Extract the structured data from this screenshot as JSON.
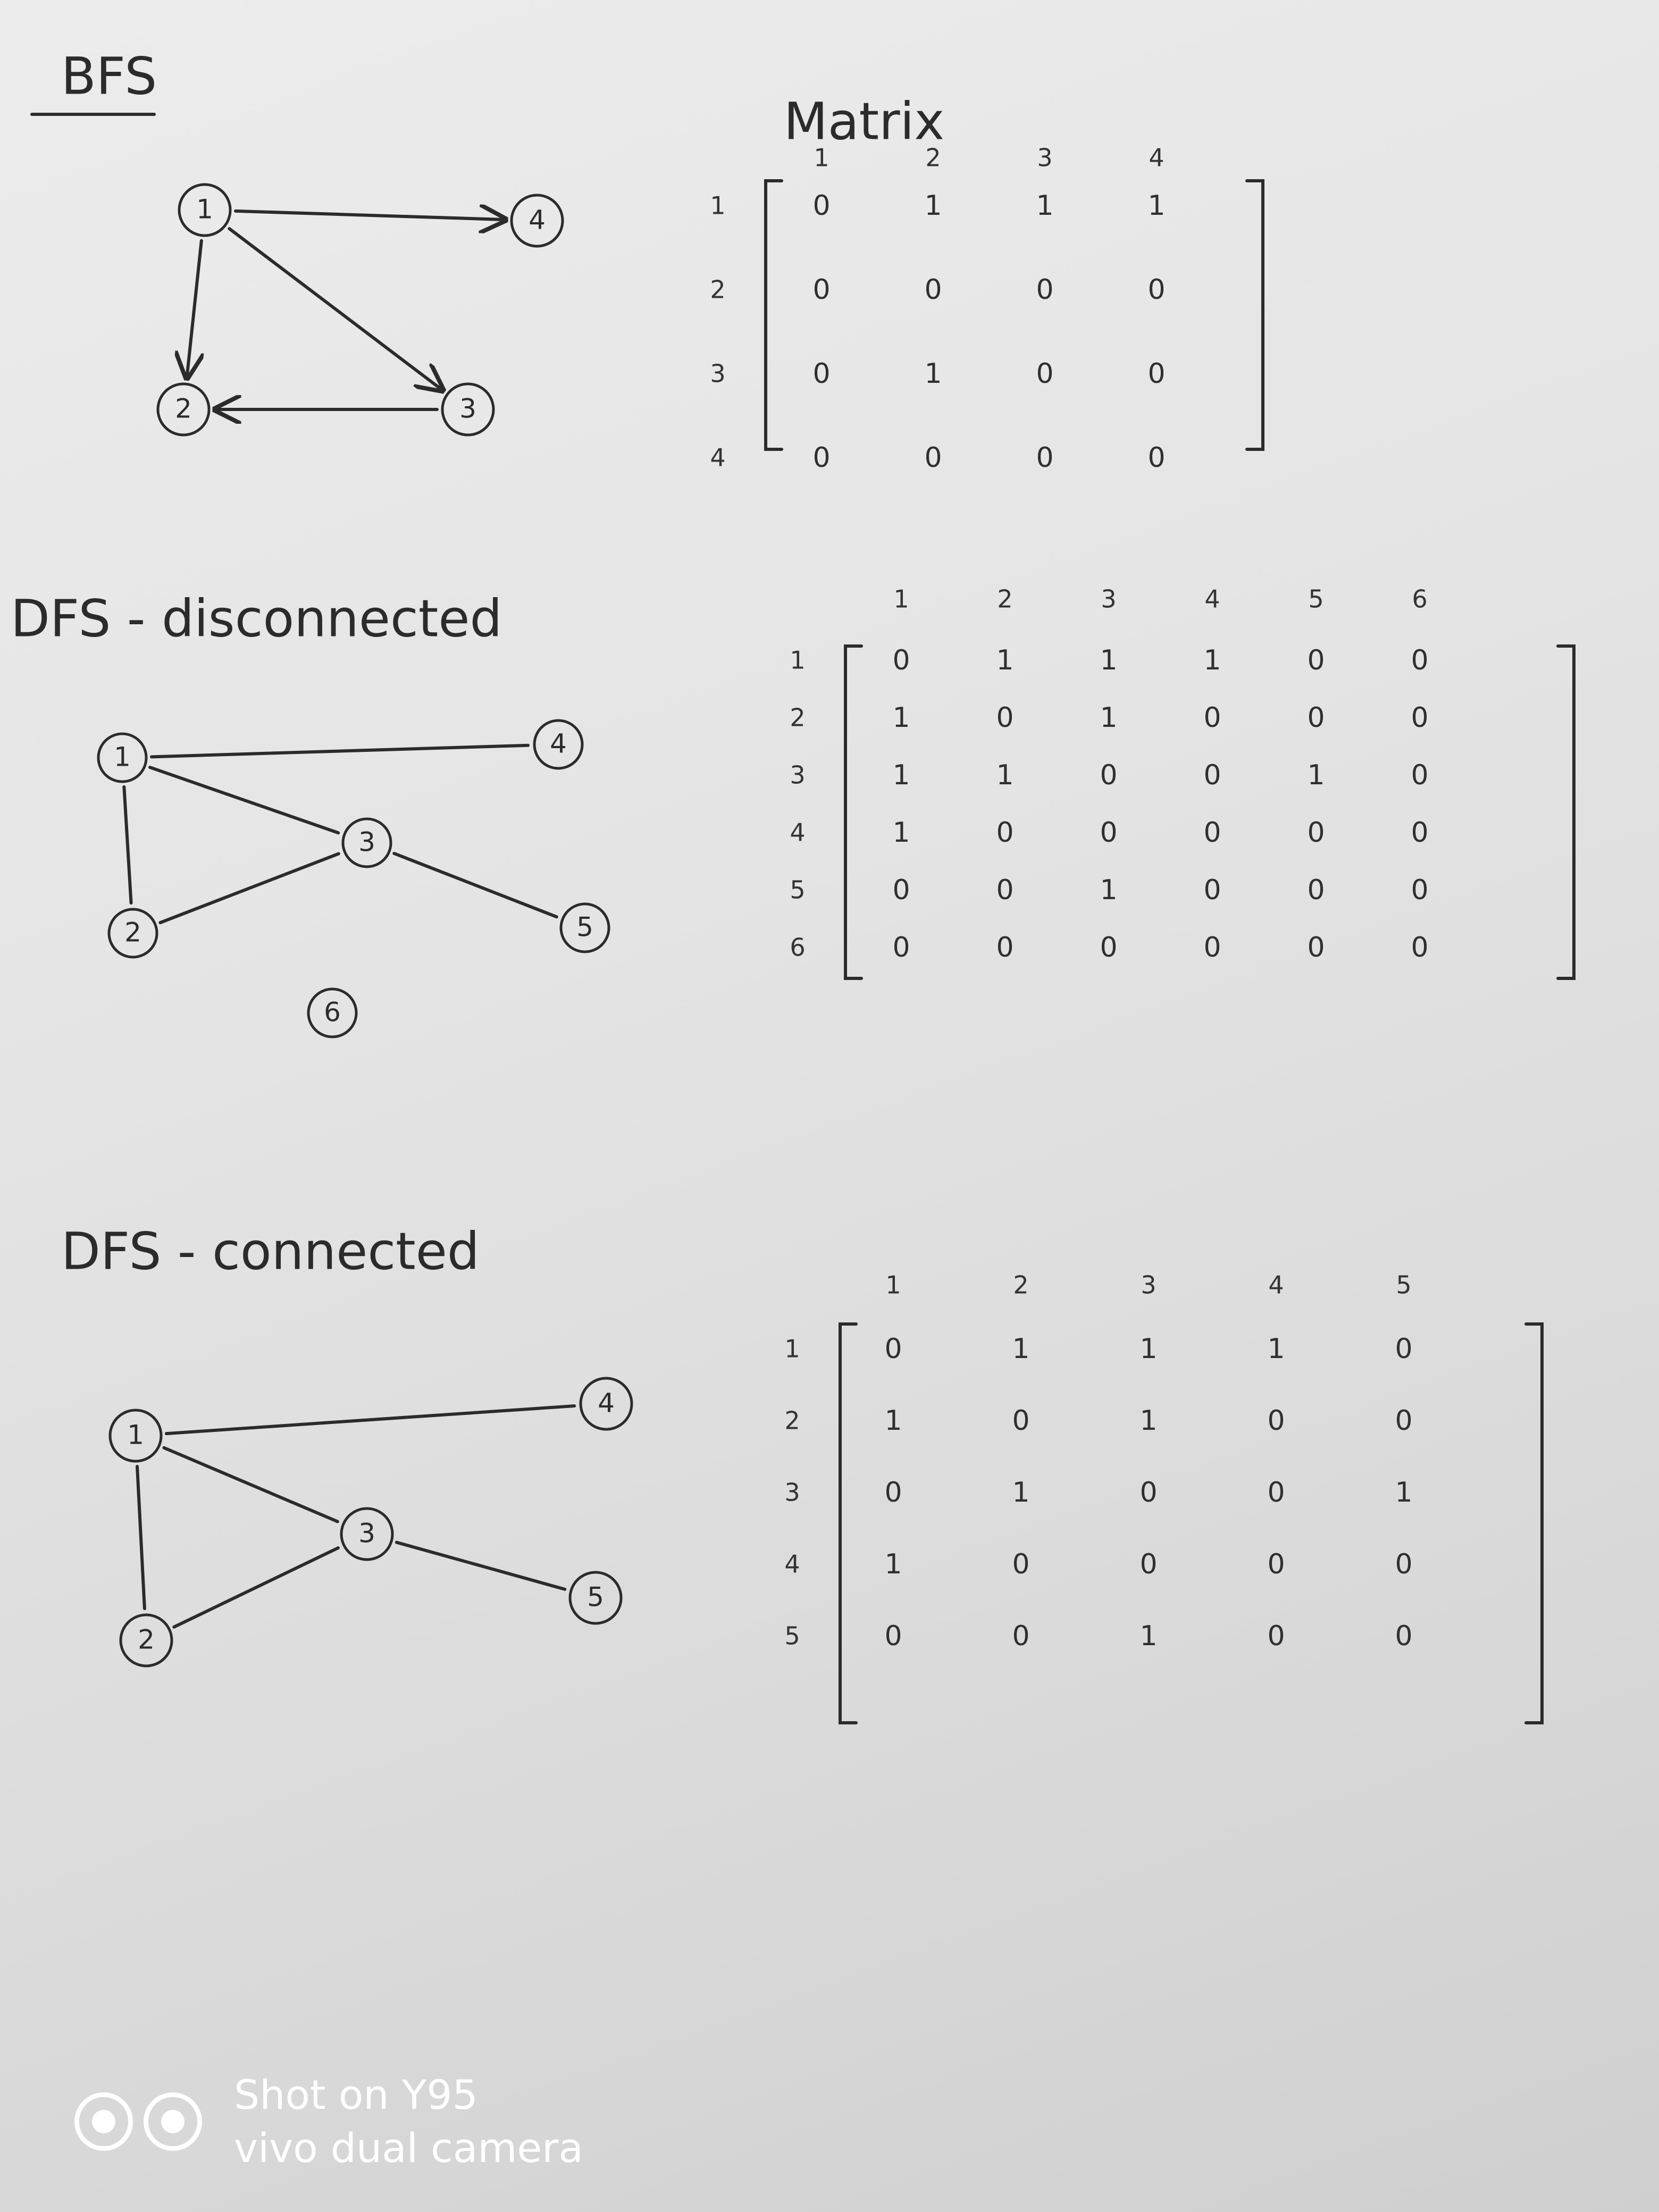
{
  "sections": [
    {
      "title": "BFS",
      "matrix_caption": "Matrix",
      "directed": true,
      "nodes": [
        "1",
        "2",
        "3",
        "4"
      ],
      "node_label_text": {
        "1": "1",
        "2": "2",
        "3": "3",
        "4": "4"
      },
      "edges": [
        [
          "1",
          "4"
        ],
        [
          "1",
          "2"
        ],
        [
          "1",
          "3"
        ],
        [
          "3",
          "2"
        ]
      ],
      "matrix": {
        "col_labels": [
          "1",
          "2",
          "3",
          "4"
        ],
        "row_labels": [
          "1",
          "2",
          "3",
          "4"
        ],
        "rows": [
          [
            "0",
            "1",
            "1",
            "1"
          ],
          [
            "0",
            "0",
            "0",
            "0"
          ],
          [
            "0",
            "1",
            "0",
            "0"
          ],
          [
            "0",
            "0",
            "0",
            "0"
          ]
        ]
      }
    },
    {
      "title": "DFS - disconnected",
      "directed": false,
      "nodes": [
        "1",
        "2",
        "3",
        "4",
        "5",
        "6"
      ],
      "node_label_text": {
        "1": "1",
        "2": "2",
        "3": "3",
        "4": "4",
        "5": "5",
        "6": "6"
      },
      "edges": [
        [
          "1",
          "4"
        ],
        [
          "1",
          "3"
        ],
        [
          "1",
          "2"
        ],
        [
          "2",
          "3"
        ],
        [
          "3",
          "5"
        ]
      ],
      "matrix": {
        "col_labels": [
          "1",
          "2",
          "3",
          "4",
          "5",
          "6"
        ],
        "row_labels": [
          "1",
          "2",
          "3",
          "4",
          "5",
          "6"
        ],
        "rows": [
          [
            "0",
            "1",
            "1",
            "1",
            "0",
            "0"
          ],
          [
            "1",
            "0",
            "1",
            "0",
            "0",
            "0"
          ],
          [
            "1",
            "1",
            "0",
            "0",
            "1",
            "0"
          ],
          [
            "1",
            "0",
            "0",
            "0",
            "0",
            "0"
          ],
          [
            "0",
            "0",
            "1",
            "0",
            "0",
            "0"
          ],
          [
            "0",
            "0",
            "0",
            "0",
            "0",
            "0"
          ]
        ]
      }
    },
    {
      "title": "DFS - connected",
      "directed": false,
      "nodes": [
        "1",
        "2",
        "3",
        "4",
        "5"
      ],
      "node_label_text": {
        "1": "1",
        "2": "2",
        "3": "3",
        "4": "4",
        "5": "5"
      },
      "edges": [
        [
          "1",
          "4"
        ],
        [
          "1",
          "3"
        ],
        [
          "1",
          "2"
        ],
        [
          "2",
          "3"
        ],
        [
          "3",
          "5"
        ]
      ],
      "matrix": {
        "col_labels": [
          "1",
          "2",
          "3",
          "4",
          "5"
        ],
        "row_labels": [
          "1",
          "2",
          "3",
          "4",
          "5"
        ],
        "rows": [
          [
            "0",
            "1",
            "1",
            "1",
            "0"
          ],
          [
            "1",
            "0",
            "1",
            "0",
            "0"
          ],
          [
            "0",
            "1",
            "0",
            "0",
            "1"
          ],
          [
            "1",
            "0",
            "0",
            "0",
            "0"
          ],
          [
            "0",
            "0",
            "1",
            "0",
            "0"
          ]
        ]
      }
    }
  ],
  "watermark": {
    "line1": "Shot on Y95",
    "line2": "vivo dual camera"
  }
}
